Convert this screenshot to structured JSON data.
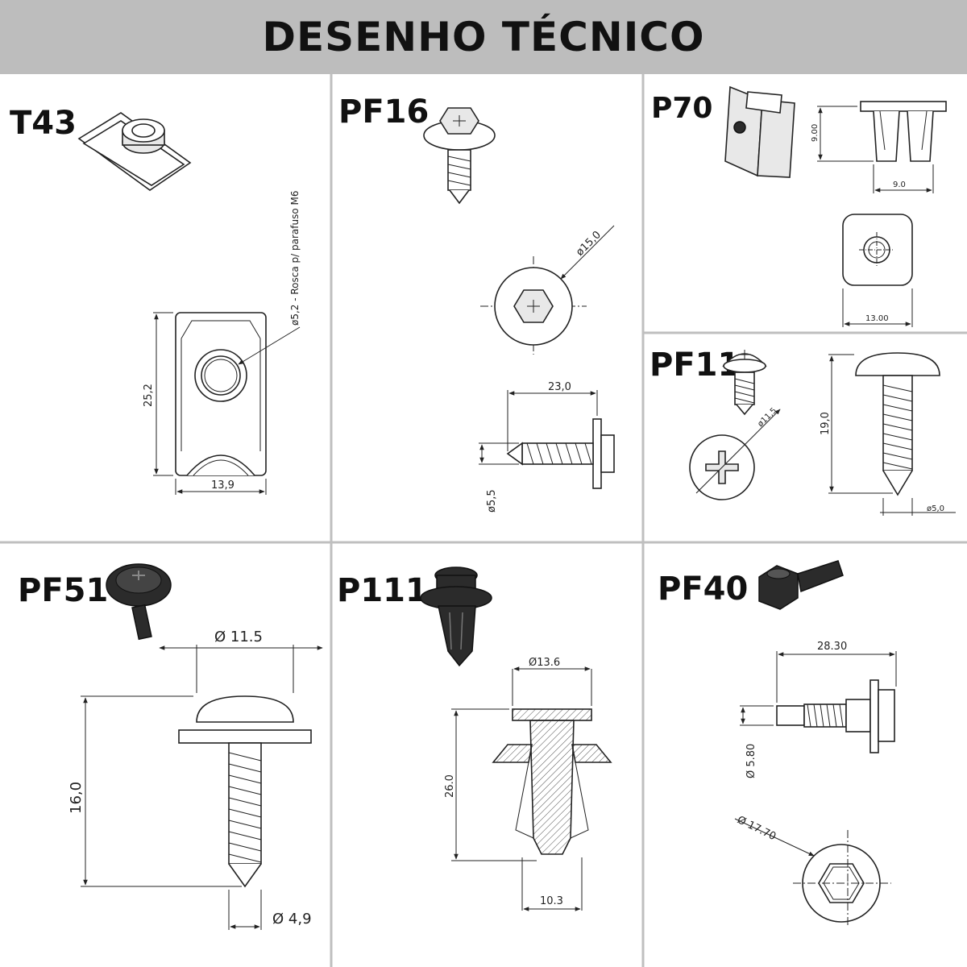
{
  "header": {
    "title": "DESENHO TÉCNICO"
  },
  "panels": {
    "t43": {
      "code": "T43",
      "thread_note": "ø5,2 - Rosca p/ parafuso M6",
      "height": "25,2",
      "width": "13,9"
    },
    "pf16": {
      "code": "PF16",
      "head_diameter": "ø15,0",
      "length": "23,0",
      "shank_diameter": "ø5,5"
    },
    "p70": {
      "code": "P70",
      "height": "9.00",
      "width": "9.0",
      "base_width": "13.00"
    },
    "pf11": {
      "code": "PF11",
      "head_diameter": "ø11,5",
      "length": "19,0",
      "shank_diameter": "ø5,0"
    },
    "pf51": {
      "code": "PF51",
      "head_diameter": "Ø 11.5",
      "length": "16,0",
      "shank_diameter": "Ø 4,9"
    },
    "p111": {
      "code": "P111",
      "head_diameter": "Ø13.6",
      "length": "26.0",
      "base_width": "10.3"
    },
    "pf40": {
      "code": "PF40",
      "length": "28.30",
      "shank_diameter": "Ø 5.80",
      "head_diameter": "Ø 17.70"
    }
  }
}
